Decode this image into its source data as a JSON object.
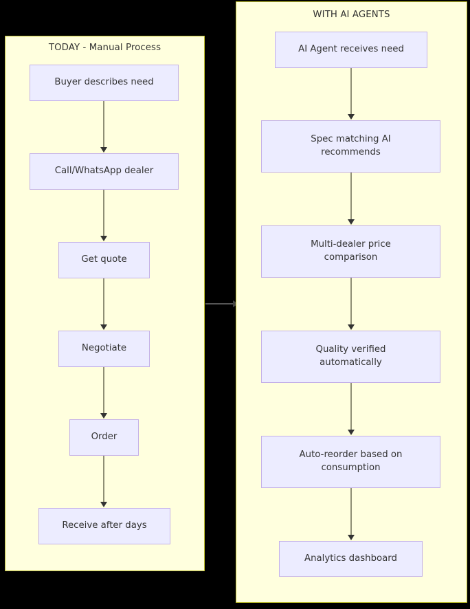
{
  "diagram": {
    "type": "flowchart",
    "orientation": "two-column-comparison",
    "colors": {
      "panel_background": "#ffffde",
      "panel_border": "#bfbf2e",
      "node_background": "#ececff",
      "node_border": "#c3b0e8",
      "edge_line": "#8f8f75",
      "arrowhead": "#333333",
      "text": "#333333",
      "canvas_background": "#000000"
    }
  },
  "panels": [
    {
      "id": "today",
      "title": "TODAY - Manual Process",
      "nodes": [
        {
          "id": "buyer",
          "label": "Buyer describes need"
        },
        {
          "id": "call",
          "label": "Call/WhatsApp dealer"
        },
        {
          "id": "quote",
          "label": "Get quote"
        },
        {
          "id": "negotiate",
          "label": "Negotiate"
        },
        {
          "id": "order",
          "label": "Order"
        },
        {
          "id": "receive",
          "label": "Receive after days"
        }
      ]
    },
    {
      "id": "agents",
      "title": "WITH AI AGENTS",
      "nodes": [
        {
          "id": "receives",
          "label": "AI Agent receives need"
        },
        {
          "id": "spec",
          "label": "Spec matching AI\nrecommends"
        },
        {
          "id": "compare",
          "label": "Multi-dealer price\ncomparison"
        },
        {
          "id": "quality",
          "label": "Quality verified\nautomatically"
        },
        {
          "id": "reorder",
          "label": "Auto-reorder based on\nconsumption"
        },
        {
          "id": "analytics",
          "label": "Analytics dashboard"
        }
      ]
    }
  ],
  "edges": [
    {
      "from": "buyer",
      "to": "call",
      "label": ""
    },
    {
      "from": "call",
      "to": "quote",
      "label": ""
    },
    {
      "from": "quote",
      "to": "negotiate",
      "label": ""
    },
    {
      "from": "negotiate",
      "to": "order",
      "label": ""
    },
    {
      "from": "order",
      "to": "receive",
      "label": ""
    },
    {
      "from": "receives",
      "to": "spec",
      "label": ""
    },
    {
      "from": "spec",
      "to": "compare",
      "label": ""
    },
    {
      "from": "compare",
      "to": "quality",
      "label": ""
    },
    {
      "from": "quality",
      "to": "reorder",
      "label": ""
    },
    {
      "from": "reorder",
      "to": "analytics",
      "label": ""
    },
    {
      "from": "today",
      "to": "agents",
      "label": ""
    }
  ]
}
